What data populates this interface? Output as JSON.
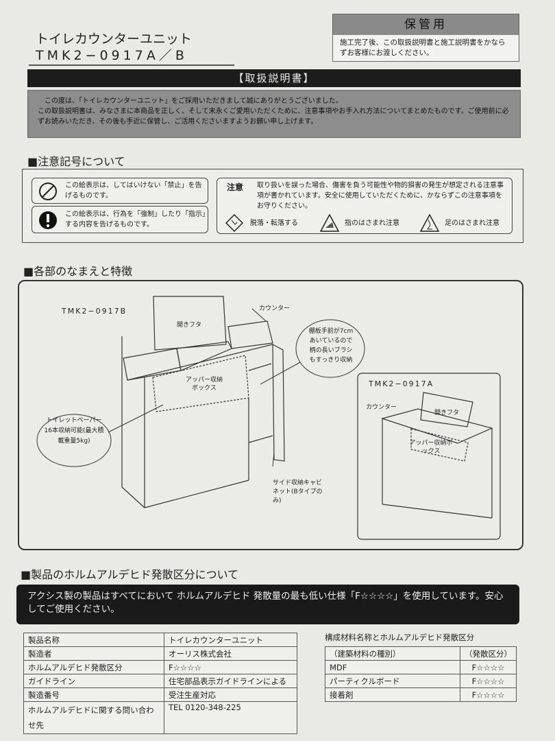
{
  "header": {
    "title": "トイレカウンターユニット",
    "model": "TMK2−0917A／B"
  },
  "keep_box": {
    "title": "保管用",
    "text": "施工完了後、この取扱説明書と施工説明書をかならずお客様にお渡しください。"
  },
  "manual_bar": "【取扱説明書】",
  "intro": {
    "line1": "この度は、「トイレカウンターユニット」をご採用いただきまして誠にありがとうございました。",
    "line2": "この取扱説明書は、みなさまに本商品を正しく、そして末永くご愛用いただくために、注意事項やお手入れ方法についてまとめたものです。ご使用前に必ずお読みいただき、その後も手近に保管し、ご活用くださいますようお願い申し上げます。"
  },
  "symbols": {
    "heading": "■注意記号について",
    "prohibit": {
      "icon": "prohibit-icon",
      "text": "この絵表示は、してはいけない「禁止」を告げるものです。"
    },
    "mandatory": {
      "icon": "exclamation-icon",
      "text": "この絵表示は、行為を「強制」したり「指示」する内容を告げるものです。"
    },
    "caution_label": "注意",
    "caution_text": "取り扱いを誤った場合、傷害を負う可能性や物的損害の発生が想定される注意事項が書かれています。安全に使用していただくために、かならずこの注意事項をお守りください。",
    "warnings": [
      {
        "icon": "fall-icon",
        "label": "脱落・転落する"
      },
      {
        "icon": "finger-pinch-icon",
        "label": "指のはさまれ注意"
      },
      {
        "icon": "foot-pinch-icon",
        "label": "足のはさまれ注意"
      }
    ]
  },
  "parts": {
    "heading": "■各部のなまえと特徴",
    "b": {
      "model": "TMK2−0917B",
      "lid": "開きフタ",
      "counter": "カウンター",
      "shelf_note": "棚板手前が7cmあいているので柄の長いブラシもすっきり収納",
      "upper_box": "アッパー収納ボックス",
      "paper_note": "トイレットペーパー16本収納可能(最大積載重量5kg)",
      "side_cabinet": "サイド収納キャビネット(Bタイプのみ)"
    },
    "a": {
      "model": "TMK2−0917A",
      "counter": "カウンター",
      "lid": "開きフタ",
      "upper_box": "アッパー収納ボックス"
    }
  },
  "formaldehyde": {
    "heading": "■製品のホルムアルデヒド発散区分について",
    "banner": "アクシス製の製品はすべてにおいて ホルムアルデヒド 発散量の最も低い仕様「F☆☆☆☆」を使用しています。安心してご使用ください。",
    "product_table": [
      [
        "製品名称",
        "トイレカウンターユニット"
      ],
      [
        "製造者",
        "オーリス株式会社"
      ],
      [
        "ホルムアルデヒド発散区分",
        "F☆☆☆☆"
      ],
      [
        "ガイドライン",
        "住宅部品表示ガイドラインによる"
      ],
      [
        "製造番号",
        "受注生産対応"
      ],
      [
        "ホルムアルデヒドに関する問い合わせ先",
        "TEL 0120-348-225"
      ]
    ],
    "materials_title": "構成材料名称とホルムアルデヒド発散区分",
    "materials_table": [
      [
        "（建築材料の種別）",
        "（発散区分）"
      ],
      [
        "MDF",
        "F☆☆☆☆"
      ],
      [
        "パーティクルボード",
        "F☆☆☆☆"
      ],
      [
        "接着剤",
        "F☆☆☆☆"
      ]
    ]
  }
}
